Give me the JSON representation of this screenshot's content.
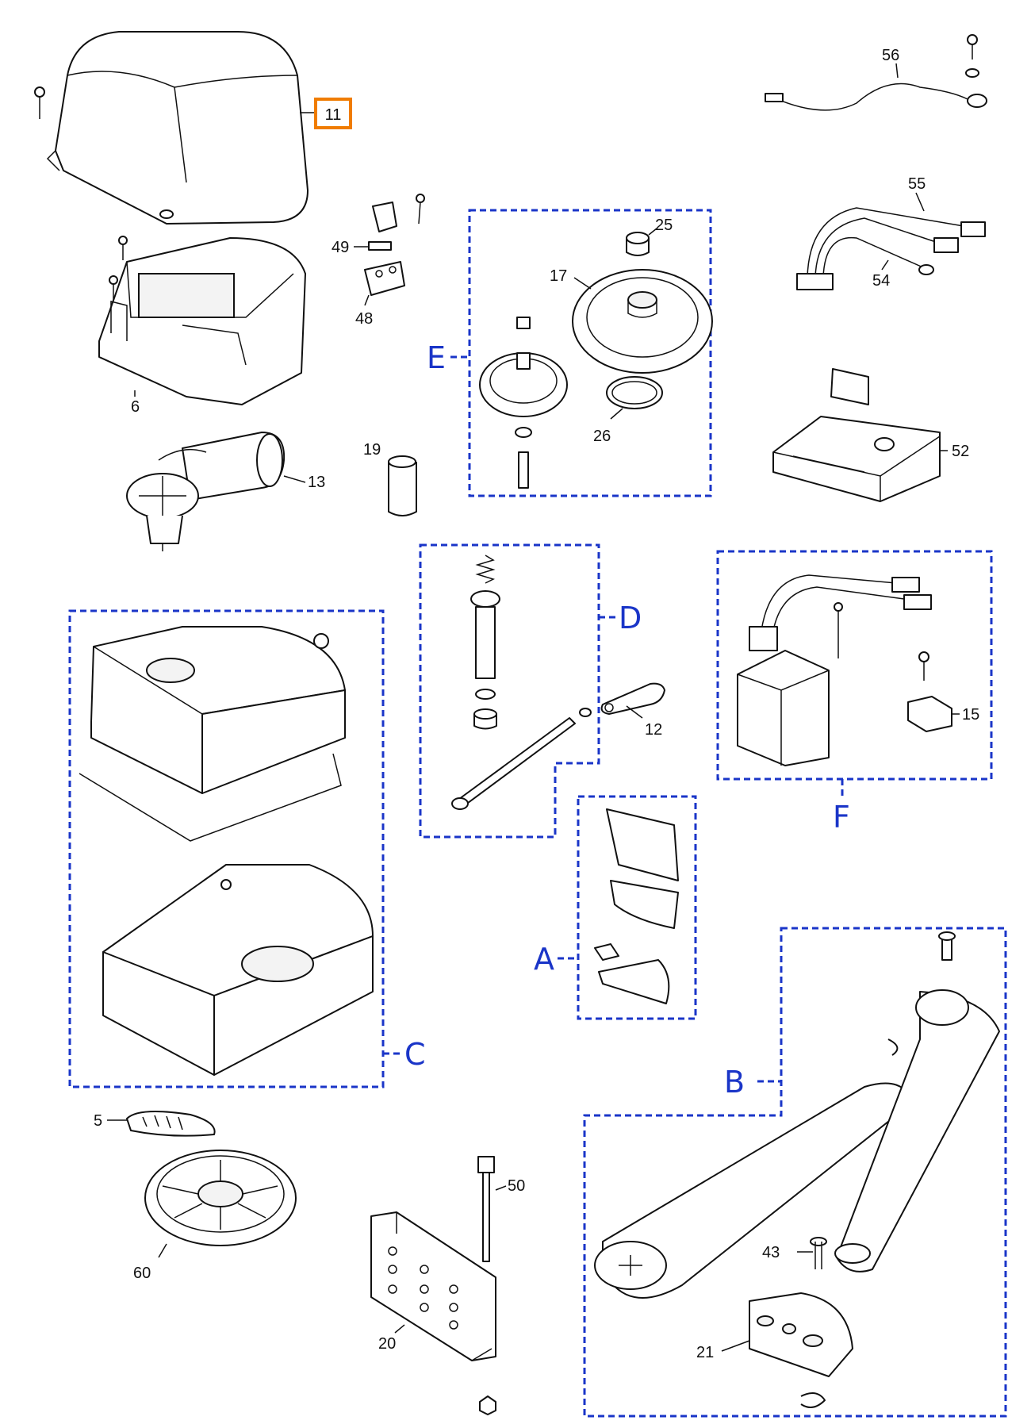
{
  "highlight": {
    "part": "11",
    "color": "#f07c00"
  },
  "group_color": "#1a35c8",
  "group_labels": {
    "A": "A",
    "B": "B",
    "C": "C",
    "D": "D",
    "E": "E",
    "F": "F"
  },
  "part_numbers": {
    "p5": "5",
    "p6": "6",
    "p11": "11",
    "p12": "12",
    "p13": "13",
    "p15": "15",
    "p17": "17",
    "p19": "19",
    "p20": "20",
    "p21": "21",
    "p25": "25",
    "p26": "26",
    "p43": "43",
    "p48": "48",
    "p49": "49",
    "p50": "50",
    "p52": "52",
    "p54": "54",
    "p55": "55",
    "p56": "56",
    "p60": "60"
  }
}
